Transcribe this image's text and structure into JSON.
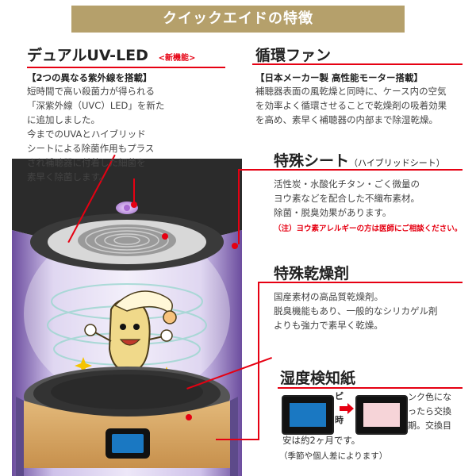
{
  "banner": {
    "title": "クイックエイドの特徴"
  },
  "uv_led": {
    "title": "デュアルUV-LED",
    "badge": "<新機能>",
    "lead": "【2つの異なる紫外線を搭載】",
    "body": "短時間で高い殺菌力が得られる\n「深紫外線（UVC）LED」を新た\nに追加しました。\n今までのUVAとハイブリッド\nシートによる除菌作用もプラス\nされ補聴器に付着した細菌を\n素早く除菌します。"
  },
  "fan": {
    "title": "循環ファン",
    "lead": "【日本メーカー製 高性能モーター搭載】",
    "body": "補聴器表面の風乾燥と同時に、ケース内の空気\nを効率よく循環させることで乾燥剤の吸着効果\nを高め、素早く補聴器の内部まで除湿乾燥。"
  },
  "sheet": {
    "title": "特殊シート",
    "note": "（ハイブリッドシート）",
    "body": "活性炭・水酸化チタン・ごく微量の\nヨウ素などを配合した不織布素材。\n除菌・脱臭効果があります。",
    "warning": "（注）ヨウ素アレルギーの方は医師にご相談ください。"
  },
  "desiccant": {
    "title": "特殊乾燥剤",
    "body": "国産素材の高品質乾燥剤。\n脱臭機能もあり、一般的なシリカゲル剤\nよりも強力で素早く乾燥。"
  },
  "humidity": {
    "title": "湿度検知紙",
    "col1": "ピ",
    "col2": "時",
    "col3": "ンク色にな\nったら交換\n期。交換目",
    "line1": "安は約2ヶ月です。",
    "line2": "（季節や個人差によります）"
  },
  "colors": {
    "accent": "#e60012",
    "banner": "#b5a06b",
    "blue": "#1a78c2",
    "pink": "#f6d4d8"
  }
}
